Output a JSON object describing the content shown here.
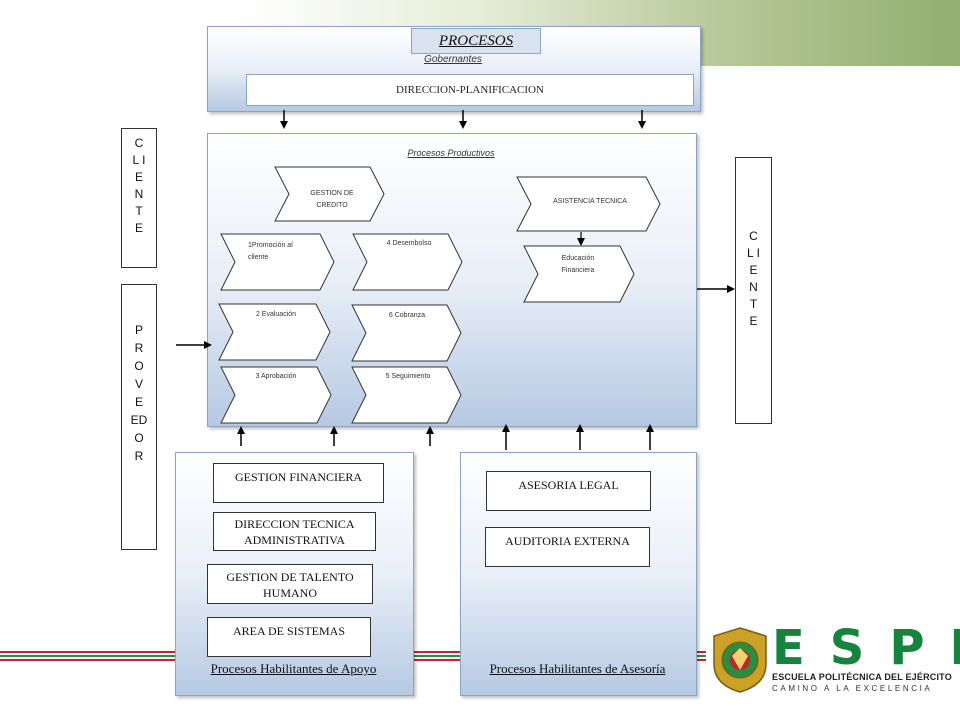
{
  "header": {
    "title": "PROCESOS",
    "subtitle": "Gobernantes",
    "governing_box": "DIRECCION-PLANIFICACION"
  },
  "productive": {
    "title": "Procesos Productivos",
    "gestion_credito": [
      "GESTION DE",
      "CREDITO"
    ],
    "steps": {
      "promocion": [
        "1Promoción al",
        "cliente"
      ],
      "evaluacion": "2 Evaluación",
      "aprobacion": "3 Aprobación",
      "desembolso": "4 Desembolso",
      "seguimiento": "5 Seguimiento",
      "cobranza": "6 Cobranza"
    },
    "asistencia": "ASISTENCIA TECNICA",
    "educacion": [
      "Educación",
      "Financiera"
    ]
  },
  "left_client": "C\nL I\nE\nN\nT\nE",
  "right_client": "C\nL I\nE\nN\nT\nE",
  "provider": "P\nR\nO\nV\nE\nED\nO\nR",
  "apoyo": {
    "title": "Procesos Habilitantes de Apoyo",
    "items": [
      "GESTION FINANCIERA",
      "DIRECCION TECNICA ADMINISTRATIVA",
      "GESTION DE TALENTO HUMANO",
      "AREA DE SISTEMAS"
    ]
  },
  "asesoria": {
    "title": "Procesos Habilitantes de Asesoría",
    "items": [
      "ASESORIA LEGAL",
      "AUDITORIA EXTERNA"
    ]
  },
  "logo": {
    "letters": "ESPE",
    "line1": "ESCUELA POLITÉCNICA DEL EJÉRCITO",
    "line2": "CAMINO A LA EXCELENCIA"
  },
  "colors": {
    "stripe_red": "#c0262d",
    "stripe_green": "#2e8b3e",
    "brand_green": "#16843e",
    "panel_blue": "#b6c9e3"
  }
}
